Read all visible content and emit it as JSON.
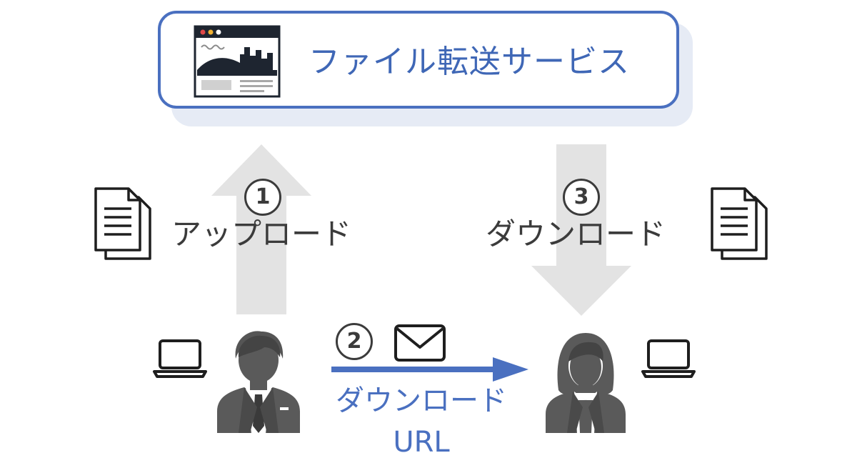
{
  "service": {
    "title": "ファイル転送サービス",
    "icon": "web-browser-icon"
  },
  "steps": [
    {
      "number": "1",
      "label": "アップロード",
      "icon": "document-icon"
    },
    {
      "number": "2",
      "label_line1": "ダウンロード",
      "label_line2": "URL",
      "icon": "envelope-icon"
    },
    {
      "number": "3",
      "label": "ダウンロード",
      "icon": "document-icon"
    }
  ],
  "actors": {
    "sender": {
      "icon": "businessman-icon",
      "device": "laptop-icon"
    },
    "receiver": {
      "icon": "businesswoman-icon",
      "device": "laptop-icon"
    }
  },
  "colors": {
    "accent": "#4a70c0",
    "arrow_gray": "#e3e3e3",
    "text": "#3b3b3b",
    "person": "#5a5a5a"
  }
}
